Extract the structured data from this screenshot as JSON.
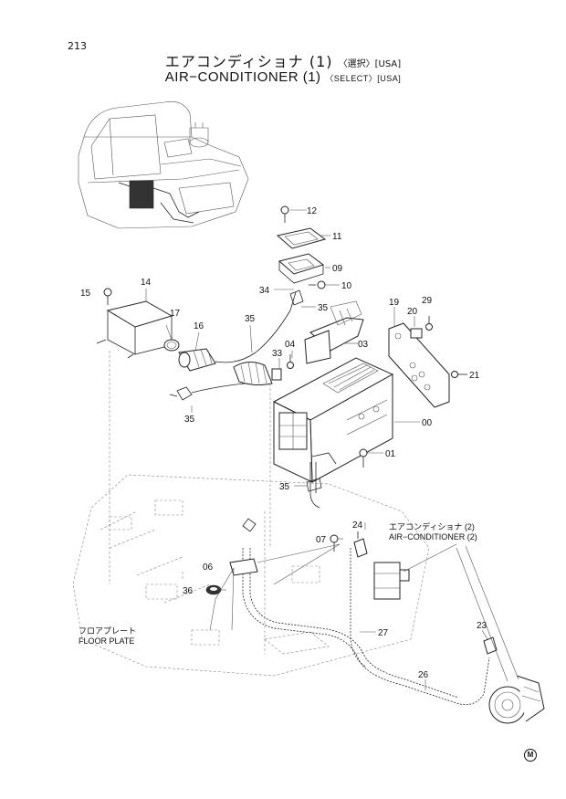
{
  "page_number": "213",
  "title": {
    "jp_main": "エアコンディショナ (1)",
    "jp_sub": "〈選択〉[USA]",
    "en_main": "AIR−CONDITIONER (1)",
    "en_sub": "〈SELECT〉[USA]"
  },
  "callouts": [
    {
      "id": "c12",
      "text": "12"
    },
    {
      "id": "c11",
      "text": "11"
    },
    {
      "id": "c09",
      "text": "09"
    },
    {
      "id": "c10",
      "text": "10"
    },
    {
      "id": "c14",
      "text": "14"
    },
    {
      "id": "c15",
      "text": "15"
    },
    {
      "id": "c34",
      "text": "34"
    },
    {
      "id": "c35a",
      "text": "35"
    },
    {
      "id": "c17",
      "text": "17"
    },
    {
      "id": "c16",
      "text": "16"
    },
    {
      "id": "c35b",
      "text": "35"
    },
    {
      "id": "c04",
      "text": "04"
    },
    {
      "id": "c03",
      "text": "03"
    },
    {
      "id": "c19",
      "text": "19"
    },
    {
      "id": "c29",
      "text": "29"
    },
    {
      "id": "c20",
      "text": "20"
    },
    {
      "id": "c33",
      "text": "33"
    },
    {
      "id": "c21",
      "text": "21"
    },
    {
      "id": "c35c",
      "text": "35"
    },
    {
      "id": "c00",
      "text": "00"
    },
    {
      "id": "c01",
      "text": "01"
    },
    {
      "id": "c35d",
      "text": "35"
    },
    {
      "id": "c24",
      "text": "24"
    },
    {
      "id": "c07",
      "text": "07"
    },
    {
      "id": "c06",
      "text": "06"
    },
    {
      "id": "c36",
      "text": "36"
    },
    {
      "id": "c27",
      "text": "27"
    },
    {
      "id": "c23",
      "text": "23"
    },
    {
      "id": "c26",
      "text": "26"
    }
  ],
  "labels": {
    "ac2_jp": "エアコンディショナ (2)",
    "ac2_en": "AIR−CONDITIONER (2)",
    "floor_jp": "フロアプレート",
    "floor_en": "FLOOR PLATE"
  },
  "mark": "M"
}
